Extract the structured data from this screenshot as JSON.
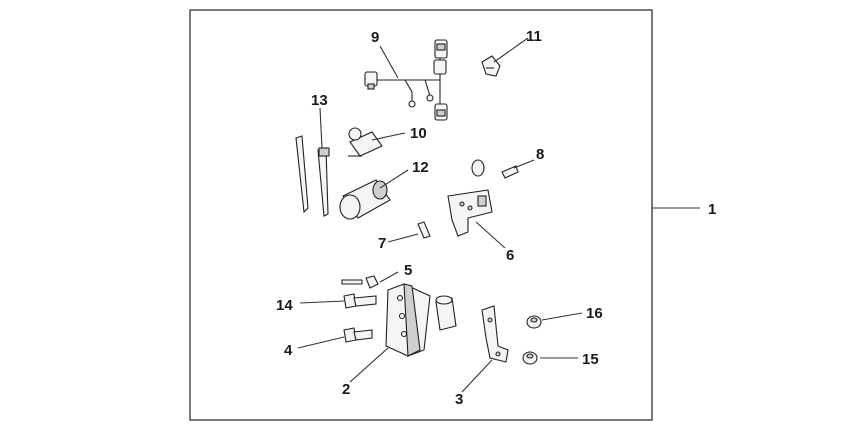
{
  "diagram": {
    "callouts": [
      {
        "id": "1",
        "label": "1"
      },
      {
        "id": "2",
        "label": "2"
      },
      {
        "id": "3",
        "label": "3"
      },
      {
        "id": "4",
        "label": "4"
      },
      {
        "id": "5",
        "label": "5"
      },
      {
        "id": "6",
        "label": "6"
      },
      {
        "id": "7",
        "label": "7"
      },
      {
        "id": "8",
        "label": "8"
      },
      {
        "id": "9",
        "label": "9"
      },
      {
        "id": "10",
        "label": "10"
      },
      {
        "id": "11",
        "label": "11"
      },
      {
        "id": "12",
        "label": "12"
      },
      {
        "id": "13",
        "label": "13"
      },
      {
        "id": "14",
        "label": "14"
      },
      {
        "id": "15",
        "label": "15"
      },
      {
        "id": "16",
        "label": "16"
      }
    ],
    "colors": {
      "line": "#222222",
      "background": "#ffffff"
    }
  }
}
